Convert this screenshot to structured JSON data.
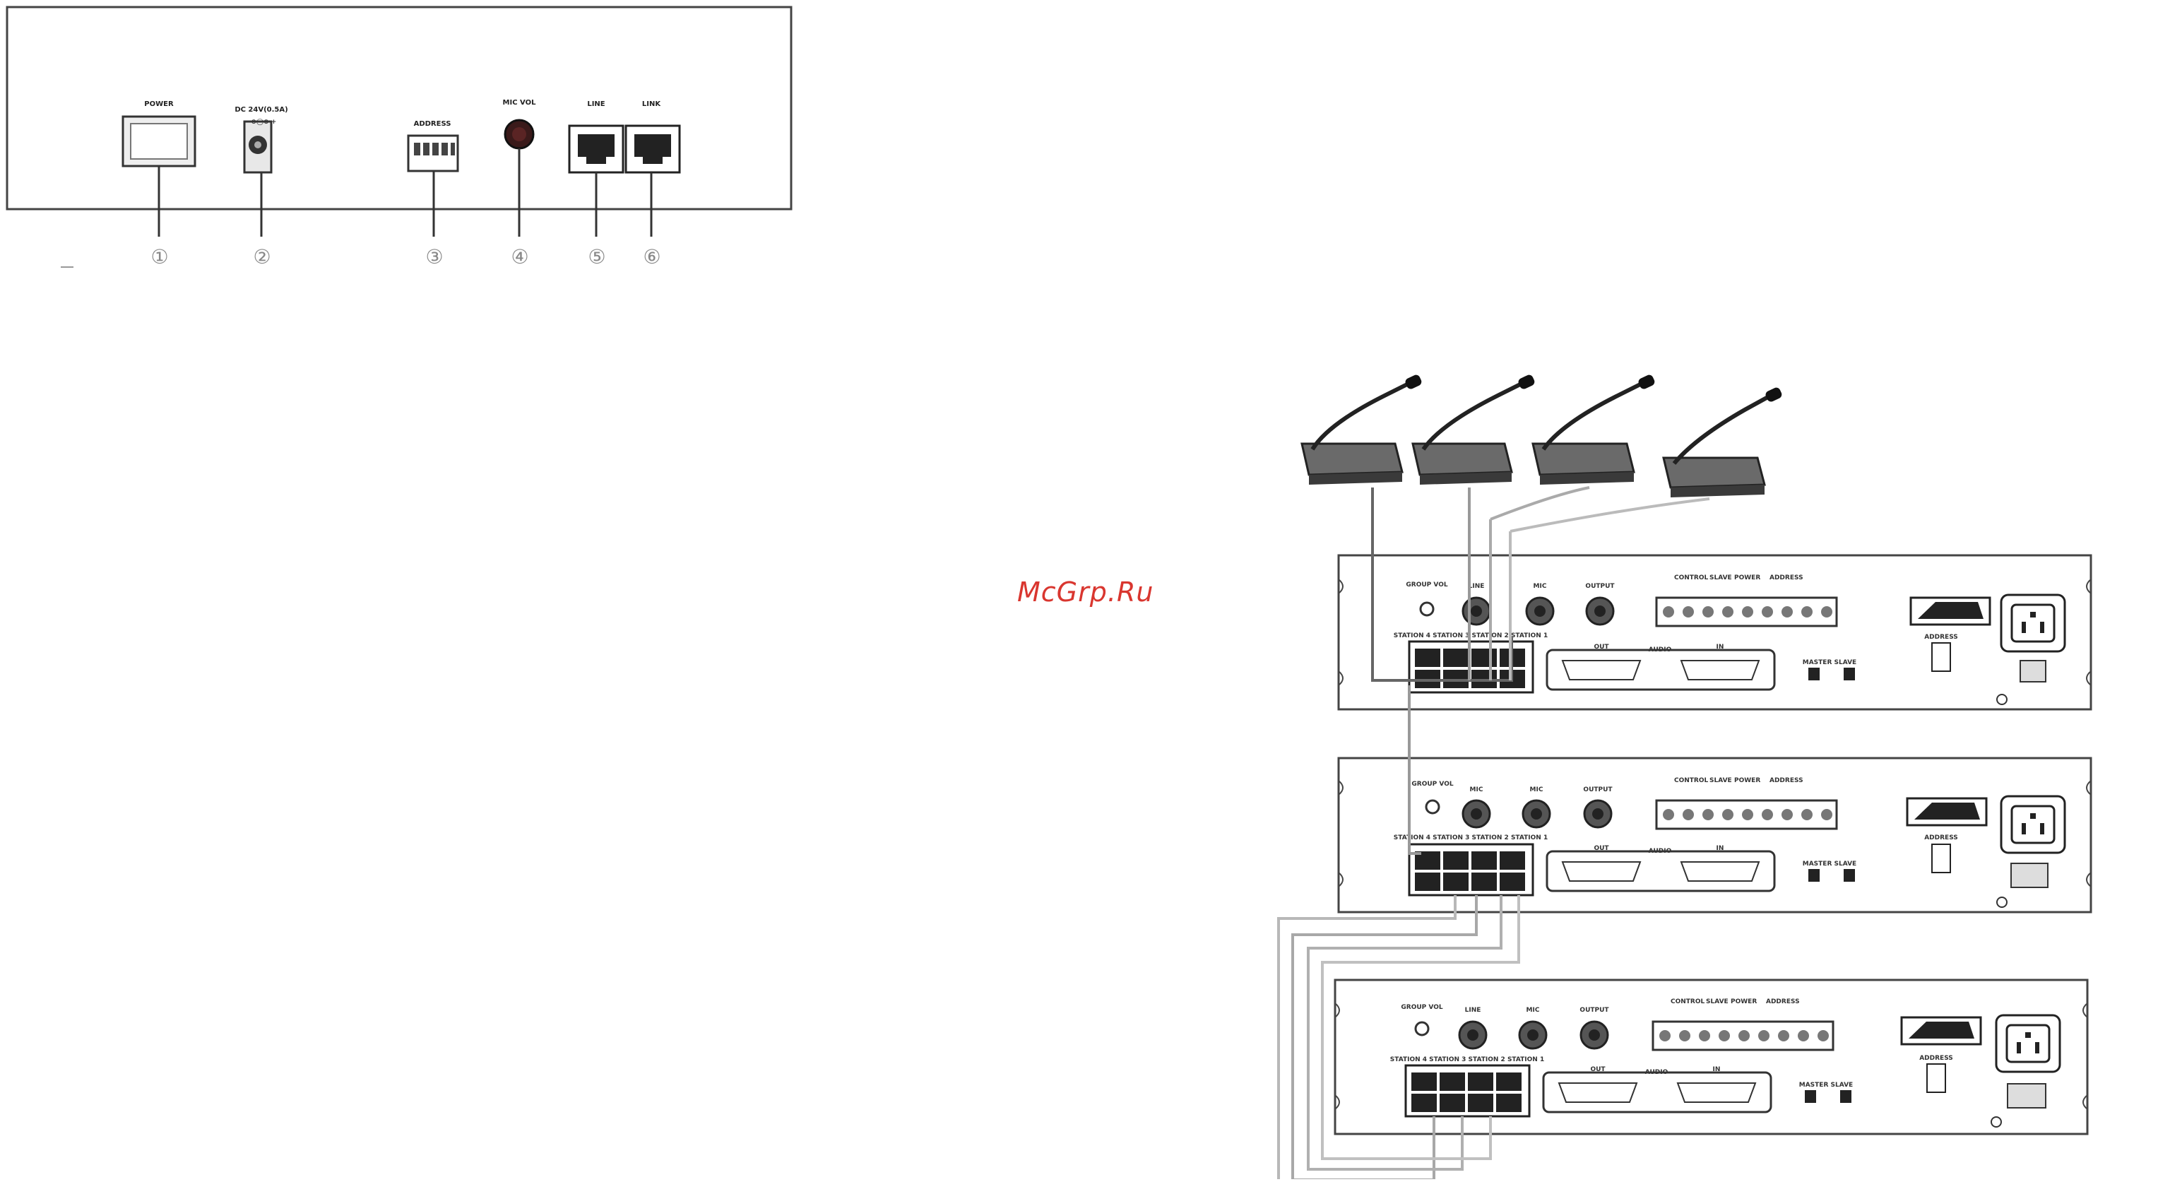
{
  "panel": {
    "labels": {
      "power": "POWER",
      "dc": "DC 24V(0.5A)",
      "dc_polarity": "−  ⊖◯⊕  +",
      "address": "ADDRESS",
      "mic_vol": "MIC VOL",
      "line": "LINE",
      "link": "LINK"
    },
    "callouts": [
      "①",
      "②",
      "③",
      "④",
      "⑤",
      "⑥"
    ]
  },
  "watermark": "McGrp.Ru",
  "units": [
    {
      "group_vol": "GROUP VOL",
      "jack_1": "LINE",
      "jack_2": "MIC",
      "jack_3": "OUTPUT",
      "terminals": [
        "CONTROL",
        "SLAVE",
        "POWER",
        "ADDRESS"
      ],
      "rj45_label": "STATION 4  STATION 3  STATION 2  STATION 1",
      "db25_out": "OUT",
      "db25_in": "IN",
      "link_label": "AUDIO",
      "switch_label": "MASTER  SLAVE",
      "address_label": "ADDRESS"
    },
    {
      "group_vol": "GROUP VOL",
      "jack_1": "MIC",
      "jack_2": "MIC",
      "jack_3": "OUTPUT",
      "terminals": [
        "CONTROL",
        "SLAVE",
        "POWER",
        "ADDRESS"
      ],
      "rj45_label": "STATION 4  STATION 3  STATION 2  STATION 1",
      "db25_out": "OUT",
      "db25_in": "IN",
      "link_label": "AUDIO",
      "switch_label": "MASTER  SLAVE",
      "address_label": "ADDRESS"
    },
    {
      "group_vol": "GROUP VOL",
      "jack_1": "LINE",
      "jack_2": "MIC",
      "jack_3": "OUTPUT",
      "terminals": [
        "CONTROL",
        "SLAVE",
        "POWER",
        "ADDRESS"
      ],
      "rj45_label": "STATION 4  STATION 3  STATION 2  STATION 1",
      "db25_out": "OUT",
      "db25_in": "IN",
      "link_label": "AUDIO",
      "switch_label": "MASTER  SLAVE",
      "address_label": "ADDRESS"
    }
  ]
}
